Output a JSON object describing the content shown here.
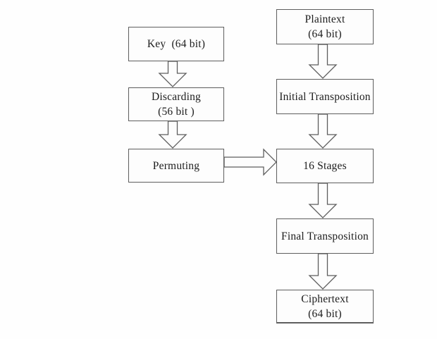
{
  "diagram": {
    "colors": {
      "bg": "#fefefe",
      "line": "#5e5e5e",
      "text": "#1c1c1c"
    },
    "nodes": {
      "key": {
        "label": "Key  (64 bit)"
      },
      "discarding": {
        "label": "Discarding\n(56 bit )"
      },
      "permuting": {
        "label": "Permuting"
      },
      "plaintext": {
        "label": "Plaintext\n(64 bit)"
      },
      "initial_transposition": {
        "label": "Initial Transposition"
      },
      "sixteen_stages": {
        "label": "16 Stages"
      },
      "final_transposition": {
        "label": "Final Transposition"
      },
      "ciphertext": {
        "label": "Ciphertext\n(64 bit)"
      }
    },
    "edges": [
      {
        "from": "key",
        "to": "discarding",
        "direction": "down",
        "style": "hollow-block-arrow"
      },
      {
        "from": "discarding",
        "to": "permuting",
        "direction": "down",
        "style": "hollow-block-arrow"
      },
      {
        "from": "permuting",
        "to": "sixteen_stages",
        "direction": "right",
        "style": "hollow-block-arrow"
      },
      {
        "from": "plaintext",
        "to": "initial_transposition",
        "direction": "down",
        "style": "hollow-block-arrow"
      },
      {
        "from": "initial_transposition",
        "to": "sixteen_stages",
        "direction": "down",
        "style": "hollow-block-arrow"
      },
      {
        "from": "sixteen_stages",
        "to": "final_transposition",
        "direction": "down",
        "style": "hollow-block-arrow"
      },
      {
        "from": "final_transposition",
        "to": "ciphertext",
        "direction": "down",
        "style": "hollow-block-arrow"
      }
    ]
  }
}
